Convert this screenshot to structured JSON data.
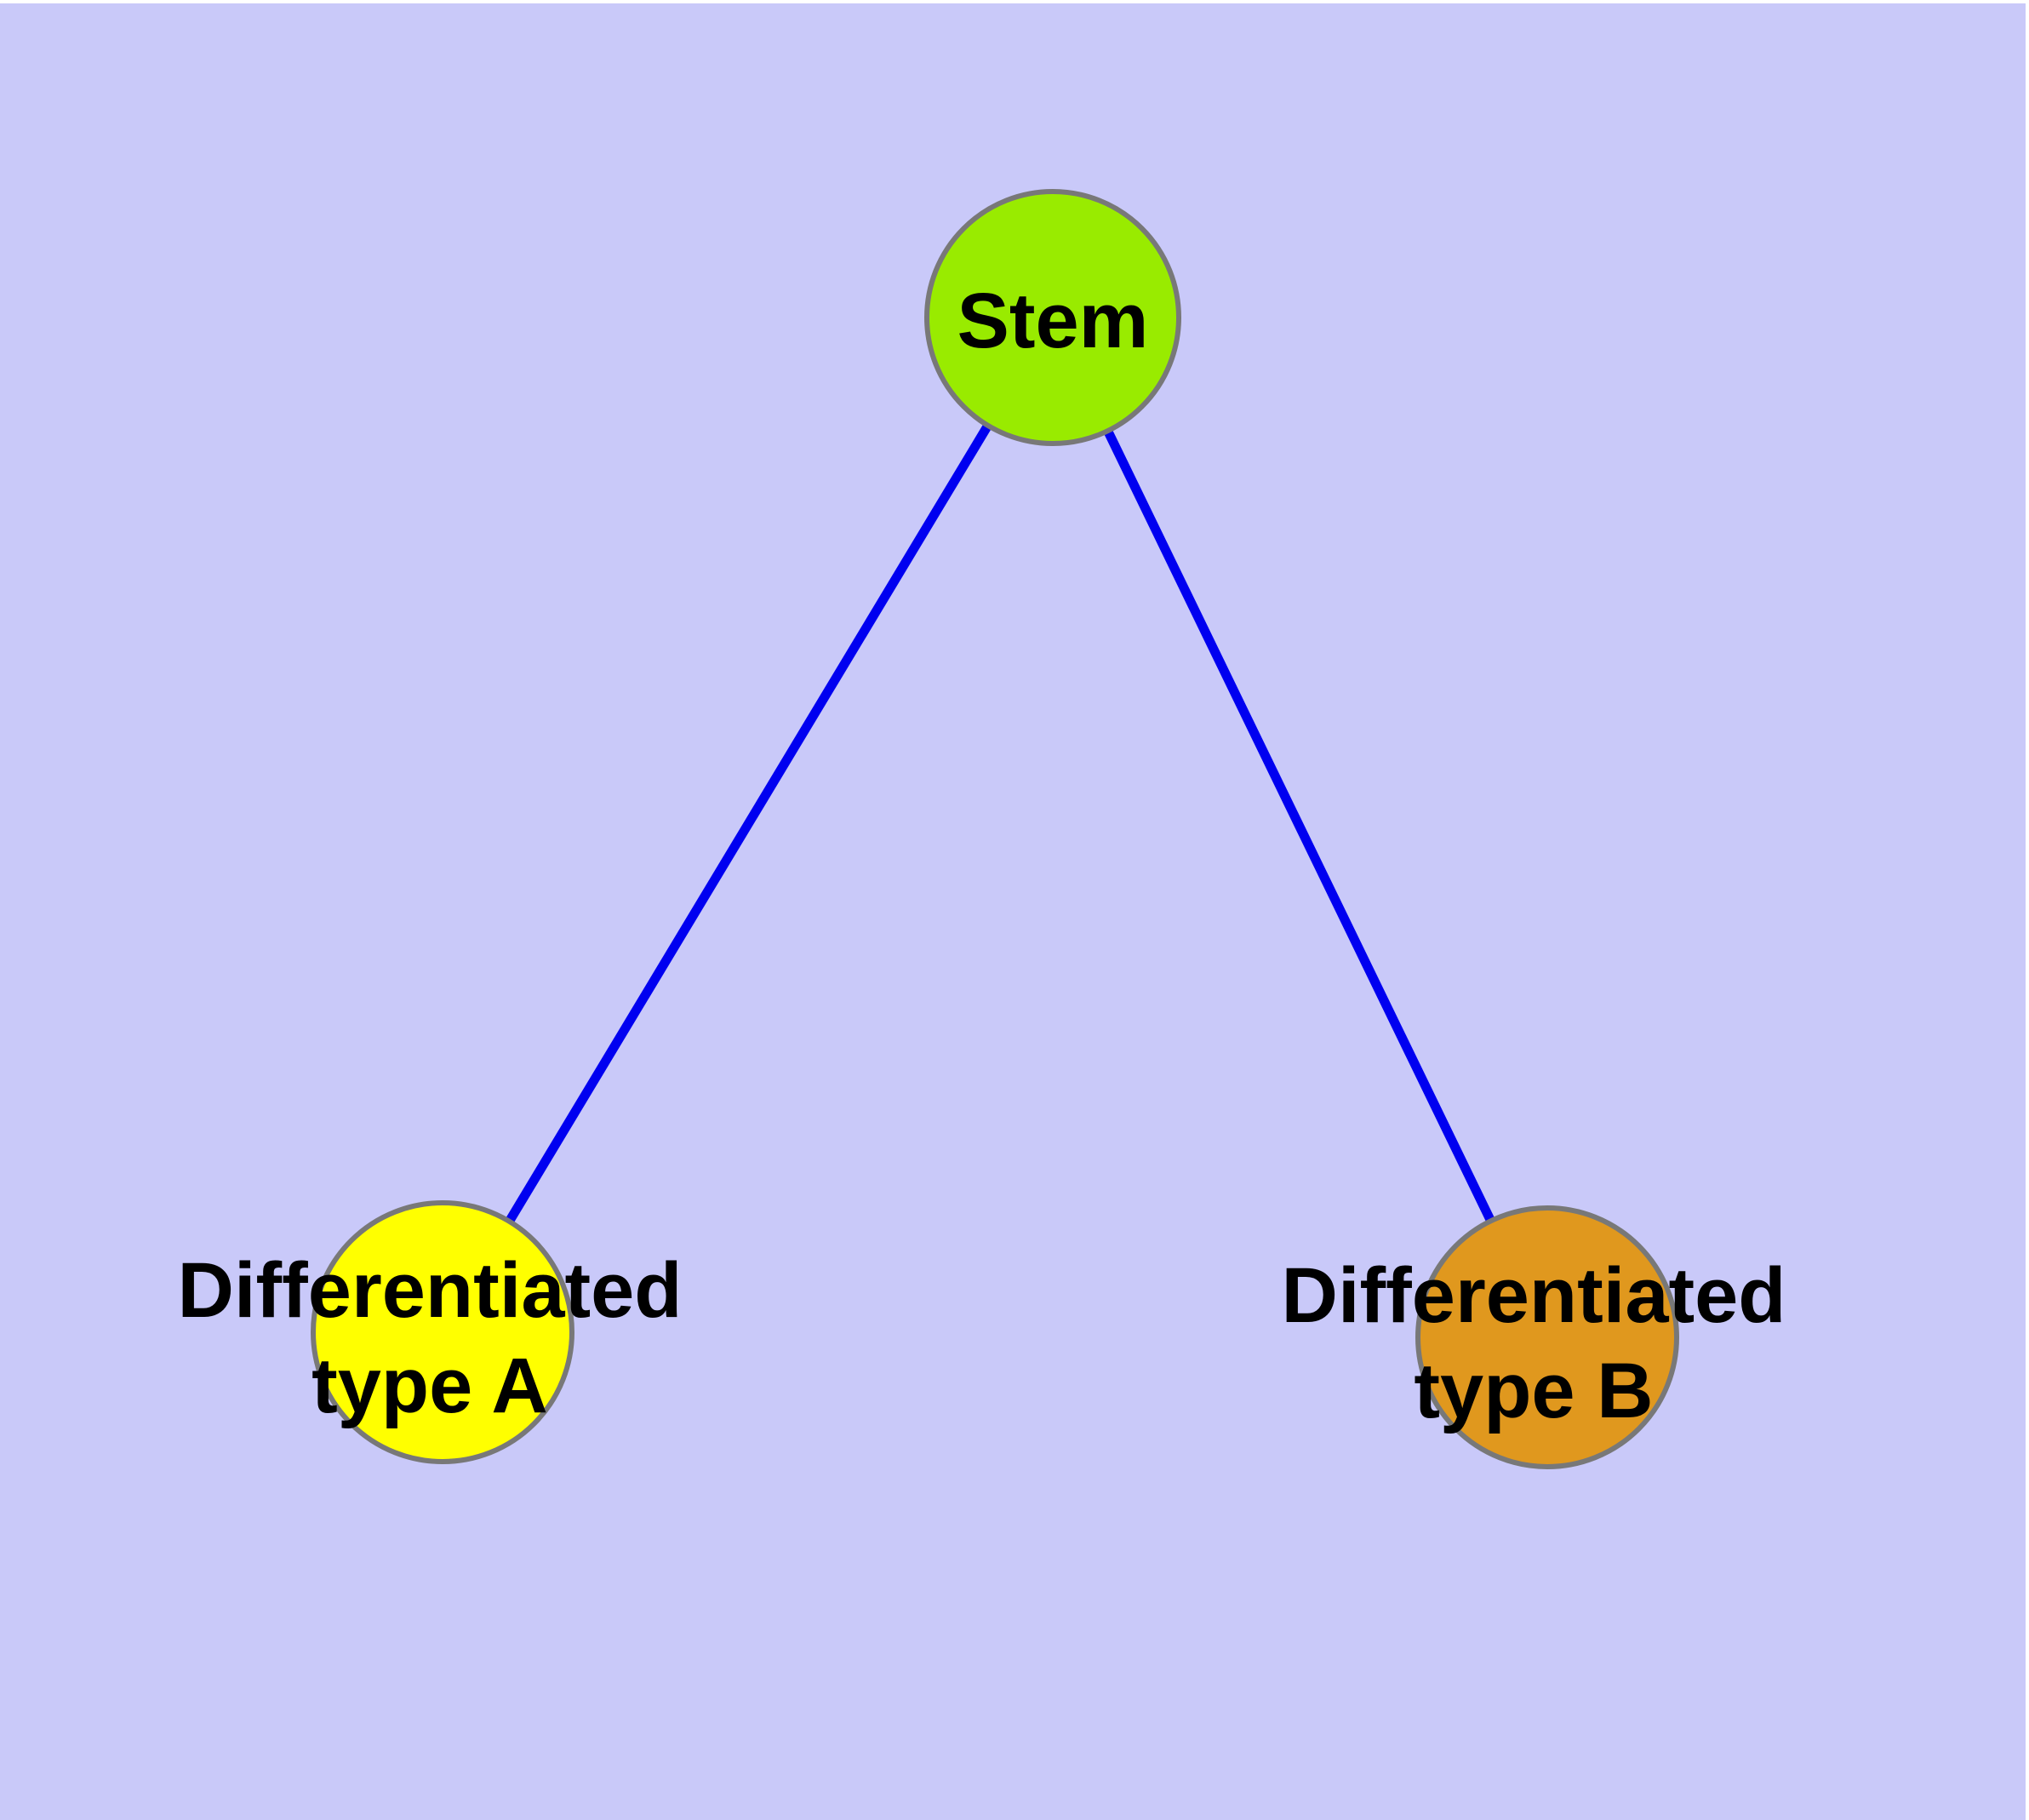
{
  "diagram": {
    "background_color": "#C9C9F9",
    "edge_color": "#0000F0",
    "node_border_color": "#787878",
    "text_color": "#000000",
    "nodes": {
      "stem": {
        "label": "Stem",
        "fill": "#99EB00"
      },
      "differentiated_a": {
        "label": "Differentiated type A",
        "label_line1": "Differentiated",
        "label_line2": "type A",
        "fill": "#FFFF00"
      },
      "differentiated_b": {
        "label": "Differentiated type B",
        "label_line1": "Differentiated",
        "label_line2": "type B",
        "fill": "#E0981E"
      }
    },
    "edges": [
      {
        "from": "Stem",
        "to": "Differentiated type A"
      },
      {
        "from": "Stem",
        "to": "Differentiated type B"
      }
    ]
  }
}
